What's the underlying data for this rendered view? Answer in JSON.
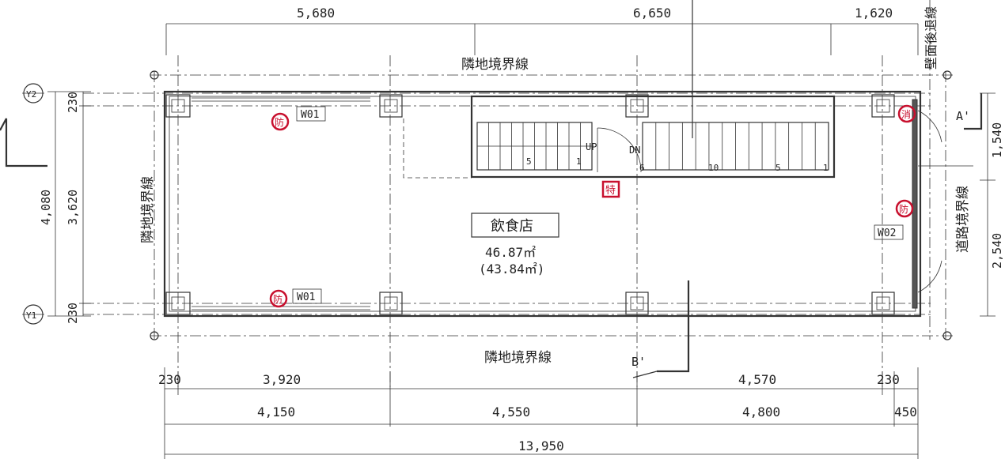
{
  "top_dims": [
    "5,680",
    "6,650",
    "1,620"
  ],
  "bottom_dims_row1": [
    "230",
    "3,920",
    "4,570",
    "230"
  ],
  "bottom_dims_row2": [
    "4,150",
    "4,550",
    "4,800",
    "450"
  ],
  "bottom_total": "13,950",
  "left_dims": {
    "overall": "4,080",
    "a": "230",
    "b": "3,620",
    "c": "230"
  },
  "right_dims": [
    "1,540",
    "2,540"
  ],
  "grid_labels": {
    "y1": "Y1",
    "y2": "Y2"
  },
  "boundary_labels": {
    "top": "隣地境界線",
    "bottom": "隣地境界線",
    "left": "隣地境界線",
    "right": "道路境界線",
    "corner": "壁面後退線"
  },
  "room": {
    "name": "飲食店",
    "area": "46.87㎡",
    "area2": "(43.84㎡)"
  },
  "window_tags": [
    "W01",
    "W01",
    "W02"
  ],
  "stairs": {
    "up": "UP",
    "dn": "DN",
    "nums_left": [
      "5",
      "1"
    ],
    "nums_right": [
      "6",
      "10",
      "5",
      "1"
    ]
  },
  "symbols": {
    "fire_prev": "防",
    "extinguisher": "消",
    "special": "特"
  },
  "section_marks": {
    "a": "A'",
    "b": "B'"
  }
}
